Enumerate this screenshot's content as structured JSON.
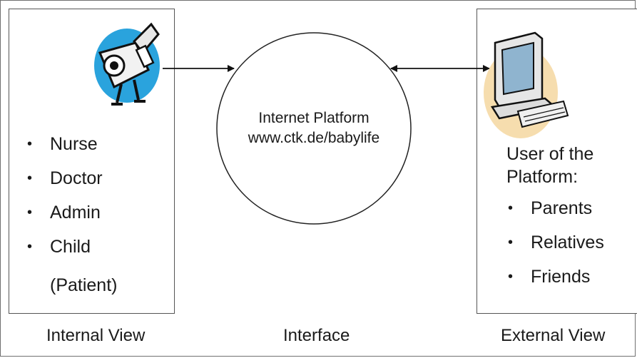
{
  "left_panel": {
    "items": [
      "Nurse",
      "Doctor",
      "Admin",
      "Child"
    ],
    "child_note": "(Patient)",
    "icon": "video-camera-icon"
  },
  "center": {
    "title": "Internet  Platform",
    "url": "www.ctk.de/babylife"
  },
  "right_panel": {
    "heading_line1": "User of the",
    "heading_line2": "Platform:",
    "items": [
      "Parents",
      "Relatives",
      "Friends"
    ],
    "icon": "desktop-computer-icon"
  },
  "captions": {
    "internal": "Internal  View",
    "interface": "Interface",
    "external": "External  View"
  },
  "bullet_glyph": "•"
}
